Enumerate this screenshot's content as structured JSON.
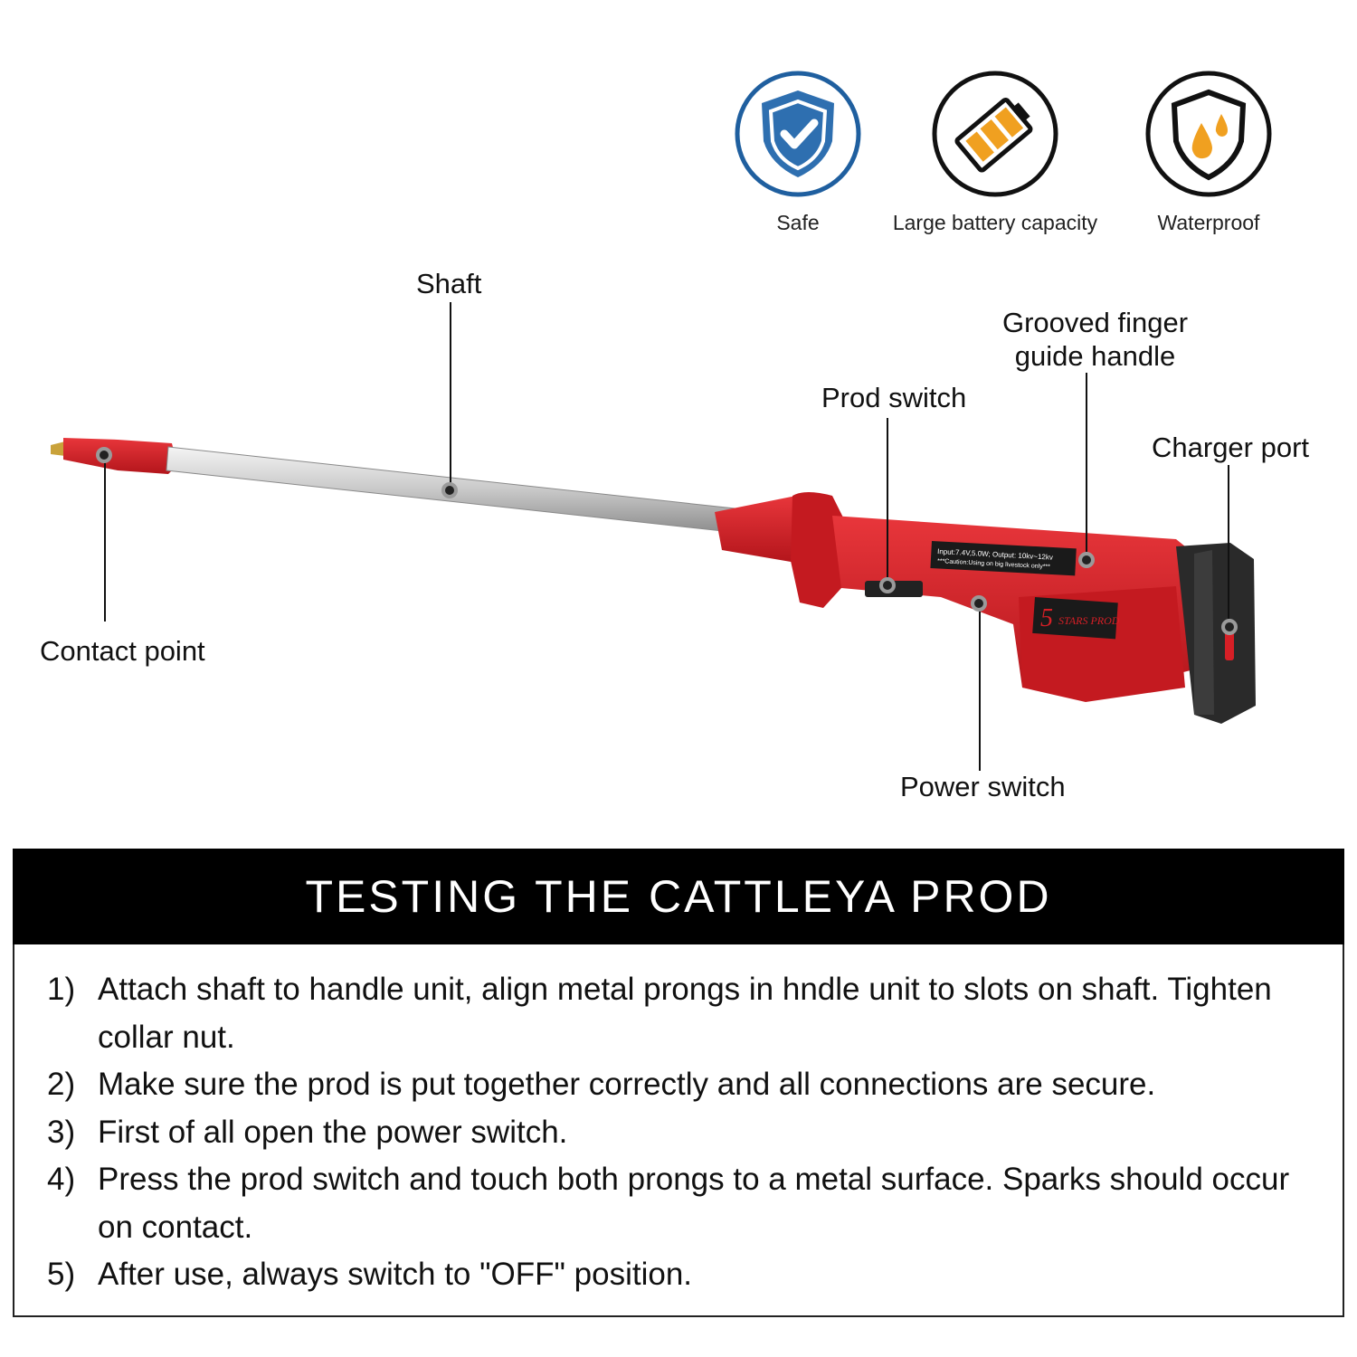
{
  "features": [
    {
      "label": "Safe",
      "icon": "shield-check-icon",
      "color": "#1f5f9f"
    },
    {
      "label": "Large battery capacity",
      "icon": "battery-icon",
      "color": "#f0a020"
    },
    {
      "label": "Waterproof",
      "icon": "waterproof-shield-icon",
      "color": "#f0a020"
    }
  ],
  "callouts": {
    "shaft": "Shaft",
    "grooved_handle": [
      "Grooved finger",
      "guide handle"
    ],
    "prod_switch": "Prod switch",
    "charger_port": "Charger port",
    "contact_point": "Contact point",
    "power_switch": "Power switch"
  },
  "product": {
    "brand_main": "5",
    "brand_text": "STARS PROD",
    "spec_line1": "Input:7.4V,5.0W; Output: 10kv~12kv",
    "spec_line2": "***Caution:Using on big livestock only***",
    "body_color": "#d61f26"
  },
  "banner": {
    "title": "TESTING THE CATTLEYA PROD"
  },
  "steps": [
    {
      "num": "1)",
      "text": "Attach shaft to handle unit, align metal prongs in hndle unit to slots on shaft. Tighten collar nut."
    },
    {
      "num": "2)",
      "text": "Make sure the prod is put together correctly and all connections are secure."
    },
    {
      "num": "3)",
      "text": "First of all open the power switch."
    },
    {
      "num": "4)",
      "text": "Press the prod switch and touch both prongs to a metal surface. Sparks should occur on contact."
    },
    {
      "num": "5)",
      "text": "After use, always switch to \"OFF\" position."
    }
  ]
}
